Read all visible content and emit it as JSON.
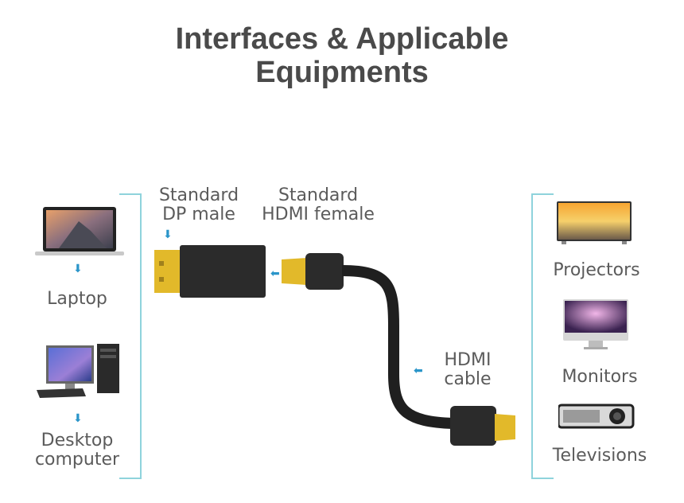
{
  "title": {
    "line1": "Interfaces & Applicable",
    "line2": "Equipments"
  },
  "left_devices": [
    {
      "label": "Laptop",
      "icon": "laptop-icon"
    },
    {
      "label_line1": "Desktop",
      "label_line2": "computer",
      "icon": "desktop-computer-icon"
    }
  ],
  "connectors": {
    "dp_male": {
      "line1": "Standard",
      "line2": "DP male"
    },
    "hdmi_female": {
      "line1": "Standard",
      "line2": "HDMI female"
    },
    "hdmi_cable": {
      "line1": "HDMI",
      "line2": "cable"
    }
  },
  "right_devices": [
    {
      "label": "Projectors",
      "icon": "tv-icon"
    },
    {
      "label": "Monitors",
      "icon": "monitor-icon"
    },
    {
      "label": "Televisions",
      "icon": "projector-icon"
    }
  ],
  "colors": {
    "accent": "#2a95c9",
    "bracket": "#8fd3dc",
    "text": "#5b5b5b",
    "title": "#4a4a4a",
    "gold": "#e2b92a"
  }
}
